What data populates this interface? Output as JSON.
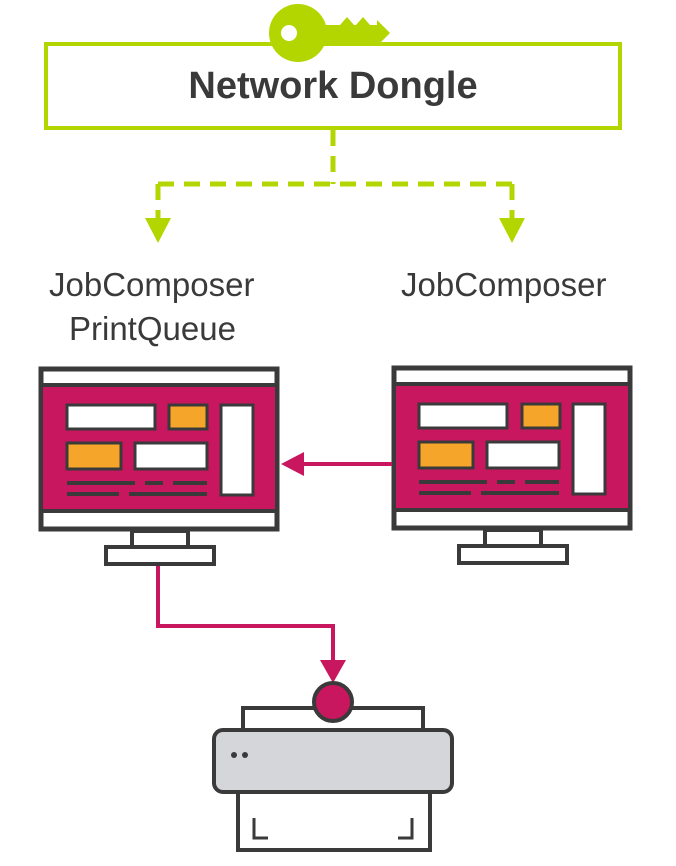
{
  "dongle": {
    "title": "Network Dongle",
    "icon": "key-icon"
  },
  "nodes": {
    "left_label_line1": "JobComposer",
    "left_label_line2": "PrintQueue",
    "right_label": "JobComposer"
  },
  "icons": {
    "left_monitor": "monitor-icon",
    "right_monitor": "monitor-icon",
    "printer": "printer-icon"
  },
  "colors": {
    "license_green": "#b3d600",
    "screen_magenta": "#c8175e",
    "accent_orange": "#f5a52a",
    "outline_dark": "#3a3a3a",
    "printer_gray": "#d4d6da"
  }
}
